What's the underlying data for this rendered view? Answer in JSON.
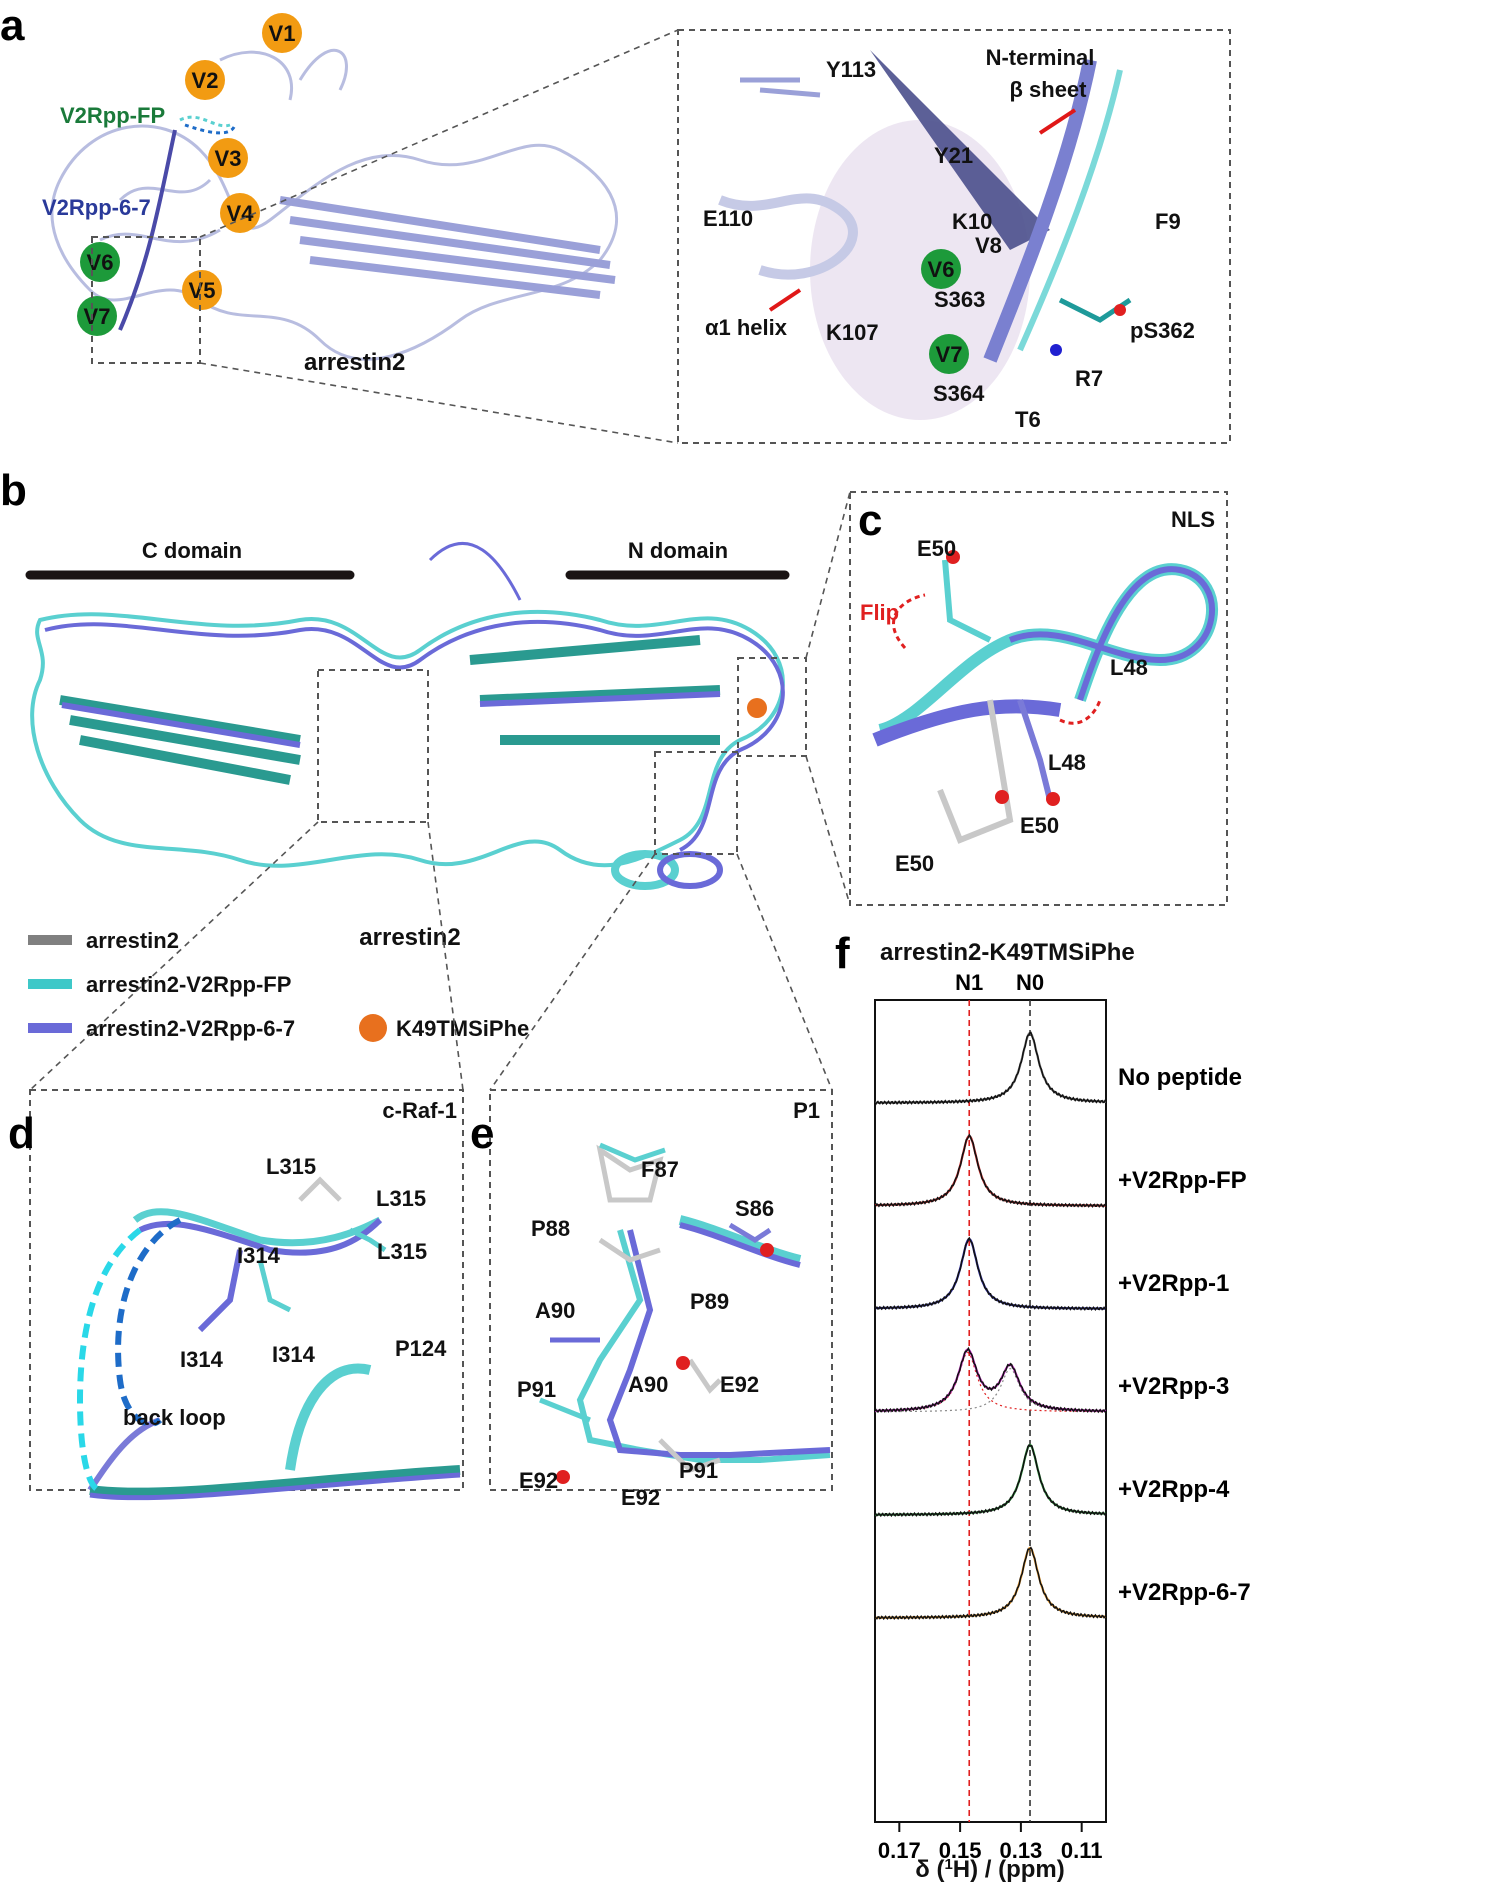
{
  "panels": {
    "a": {
      "letter": "a",
      "markers_orange": [
        "V1",
        "V2",
        "V3",
        "V4",
        "V5"
      ],
      "markers_green": [
        "V6",
        "V7"
      ],
      "peptide_fp": "V2Rpp-FP",
      "peptide_67": "V2Rpp-6-7",
      "protein": "arrestin2",
      "inset": {
        "labels": [
          "Y113",
          "N-terminal",
          "β sheet",
          "Y21",
          "E110",
          "K10",
          "F9",
          "V8",
          "V6",
          "S363",
          "α1 helix",
          "K107",
          "pS362",
          "V7",
          "S364",
          "R7",
          "T6"
        ]
      }
    },
    "b": {
      "letter": "b",
      "c_domain": "C domain",
      "n_domain": "N domain",
      "protein": "arrestin2",
      "legend": [
        {
          "label": "arrestin2",
          "color": "#808080"
        },
        {
          "label": "arrestin2-V2Rpp-FP",
          "color": "#3ec8c8"
        },
        {
          "label": "arrestin2-V2Rpp-6-7",
          "color": "#6a6ad8"
        }
      ],
      "legend_sphere": "K49TMSiPhe"
    },
    "c": {
      "letter": "c",
      "title": "NLS",
      "labels": [
        "E50",
        "Flip",
        "L48",
        "L48",
        "E50",
        "E50"
      ]
    },
    "d": {
      "letter": "d",
      "title": "c-Raf-1",
      "labels": [
        "L315",
        "L315",
        "L315",
        "I314",
        "I314",
        "I314",
        "P124",
        "back loop"
      ]
    },
    "e": {
      "letter": "e",
      "title": "P1",
      "labels": [
        "F87",
        "S86",
        "P88",
        "P89",
        "A90",
        "E92",
        "P91",
        "A90",
        "E92",
        "E92",
        "P91"
      ]
    },
    "f": {
      "letter": "f",
      "title": "arrestin2-K49TMSiPhe",
      "peak_labels": [
        "N1",
        "N0"
      ],
      "xlabel": "δ (¹H) / (ppm)"
    }
  },
  "chart_data": {
    "type": "line",
    "title": "arrestin2-K49TMSiPhe",
    "xlabel": "δ (¹H) / (ppm)",
    "ylabel": "",
    "x_ticks": [
      0.17,
      0.15,
      0.13,
      0.11
    ],
    "x_tick_labels": [
      "0.17",
      "0.15",
      "0.13",
      "0.11"
    ],
    "xlim": [
      0.178,
      0.102
    ],
    "x_reversed": true,
    "reference_lines": [
      {
        "name": "N1",
        "x": 0.147,
        "color": "#e02020"
      },
      {
        "name": "N0",
        "x": 0.127,
        "color": "#333333"
      }
    ],
    "series": [
      {
        "name": "No peptide",
        "color": "#777777",
        "peaks": [
          {
            "x": 0.127,
            "h": 1.0,
            "w": 0.0035
          }
        ]
      },
      {
        "name": "+V2Rpp-FP",
        "color": "#c02020",
        "peaks": [
          {
            "x": 0.147,
            "h": 1.0,
            "w": 0.0035
          }
        ]
      },
      {
        "name": "+V2Rpp-1",
        "color": "#2a2aa0",
        "peaks": [
          {
            "x": 0.147,
            "h": 1.0,
            "w": 0.0035
          }
        ]
      },
      {
        "name": "+V2Rpp-3",
        "color": "#c020c0",
        "peaks": [
          {
            "x": 0.1475,
            "h": 0.85,
            "w": 0.0038
          },
          {
            "x": 0.1335,
            "h": 0.62,
            "w": 0.0038
          }
        ]
      },
      {
        "name": "+V2Rpp-4",
        "color": "#208a30",
        "peaks": [
          {
            "x": 0.127,
            "h": 1.0,
            "w": 0.0035
          }
        ]
      },
      {
        "name": "+V2Rpp-6-7",
        "color": "#e09020",
        "peaks": [
          {
            "x": 0.127,
            "h": 1.0,
            "w": 0.0035
          }
        ]
      }
    ]
  }
}
